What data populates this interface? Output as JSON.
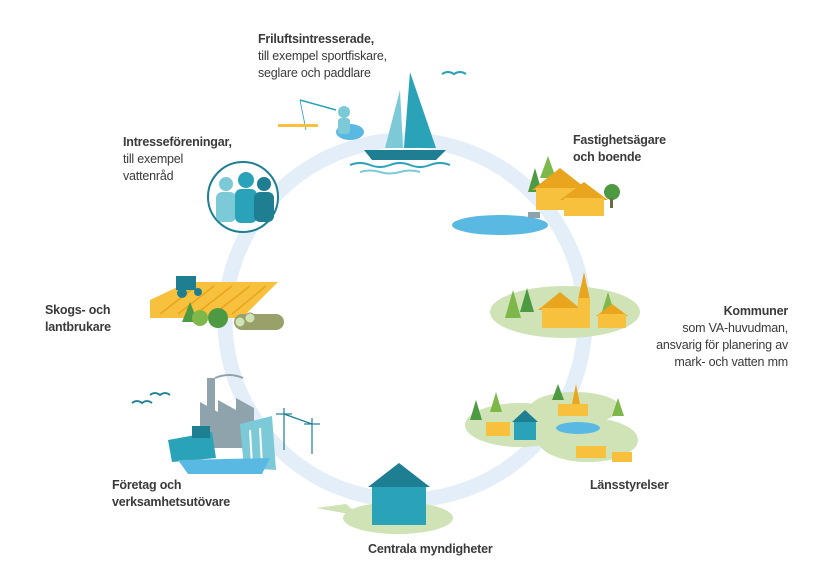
{
  "colors": {
    "ring": "#e3eef8",
    "teal": "#2aa2b8",
    "teal_dark": "#1e7e92",
    "teal_light": "#7ccad8",
    "water": "#5ab9e2",
    "yellow": "#f7c13d",
    "yellow_dark": "#e8a51d",
    "green": "#7fb84a",
    "green_dark": "#4e9a43",
    "land": "#cfe3b6",
    "wood": "#9aa06a",
    "gray": "#8fa3ad"
  },
  "actors": [
    {
      "id": "friluft",
      "title": "Friluftsintresserade,",
      "lines": [
        "till exempel sportfiskare,",
        "seglare och paddlare"
      ],
      "icon": "sailboat-fisher-icon"
    },
    {
      "id": "fastighet",
      "title": "Fastighetsägare",
      "lines": [
        "och boende"
      ],
      "icon": "houses-well-icon"
    },
    {
      "id": "kommuner",
      "title": "Kommuner",
      "lines": [
        "som VA-huvudman,",
        "ansvarig för planering av",
        "mark- och vatten mm"
      ],
      "icon": "town-church-icon"
    },
    {
      "id": "lan",
      "title": "Länsstyrelser",
      "lines": [],
      "icon": "county-region-icon"
    },
    {
      "id": "central",
      "title": "Centrala myndigheter",
      "lines": [],
      "icon": "government-house-icon"
    },
    {
      "id": "foretag",
      "title": "Företag och",
      "lines": [
        "verksamhetsutövare"
      ],
      "icon": "industry-icon"
    },
    {
      "id": "skogs",
      "title": "Skogs- och",
      "lines": [
        "lantbrukare"
      ],
      "icon": "farm-tractor-icon"
    },
    {
      "id": "intresse",
      "title": "Intresseföreningar,",
      "lines": [
        "till exempel",
        "vattenråd"
      ],
      "icon": "people-group-icon"
    }
  ]
}
